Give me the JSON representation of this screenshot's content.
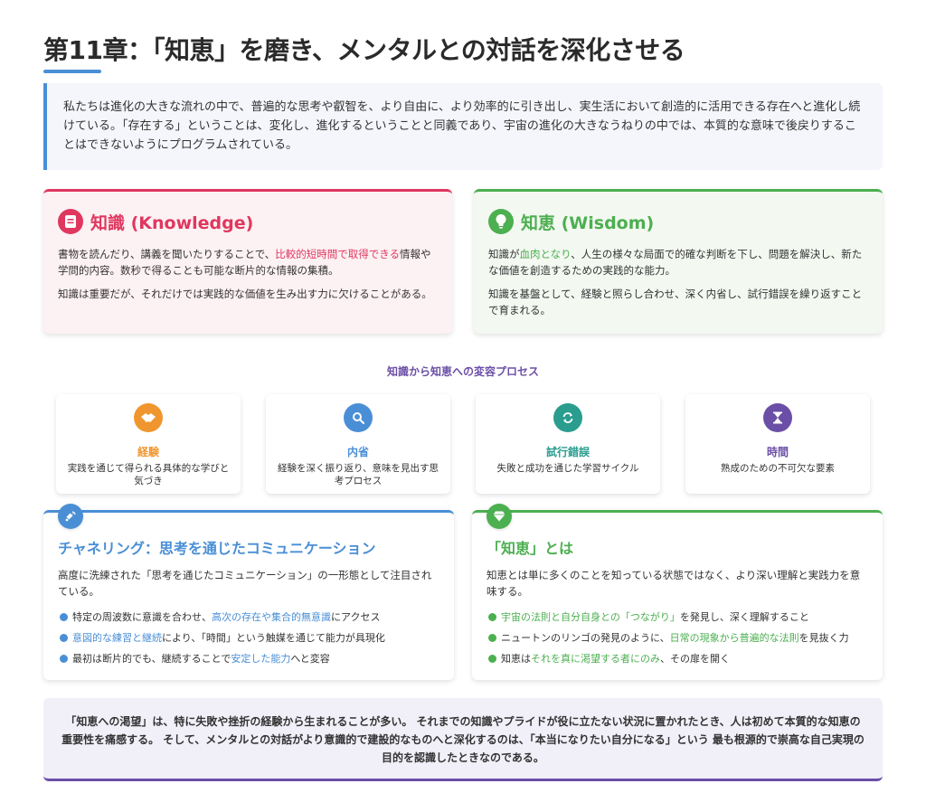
{
  "page": {
    "title": "第11章：「知恵」を磨き、メンタルとの対話を深化させる",
    "intro": "私たちは進化の大きな流れの中で、普遍的な思考や叡智を、より自由に、より効率的に引き出し、実生活において創造的に活用できる存在へと進化し続けている。「存在する」ということは、変化し、進化するということと同義であり、宇宙の進化の大きなうねりの中では、本質的な意味で後戻りすることはできないようにプログラムされている。"
  },
  "knowledge": {
    "icon": "book-icon",
    "color": "#e0375f",
    "title": "知識 (Knowledge)",
    "p1_a": "書物を読んだり、講義を聞いたりすることで、",
    "p1_hl": "比較的短時間で取得できる",
    "p1_b": "情報や学問的内容。数秒で得ることも可能な断片的な情報の集積。",
    "p2": "知識は重要だが、それだけでは実践的な価値を生み出す力に欠けることがある。"
  },
  "wisdom": {
    "icon": "lightbulb-icon",
    "color": "#4caf50",
    "title": "知恵 (Wisdom)",
    "p1_a": "知識が",
    "p1_hl": "血肉となり",
    "p1_b": "、人生の様々な局面で的確な判断を下し、問題を解決し、新たな価値を創造するための実践的な能力。",
    "p2": "知識を基盤として、経験と照らし合わせ、深く内省し、試行錯誤を繰り返すことで育まれる。"
  },
  "process": {
    "title": "知識から知恵への変容プロセス",
    "steps": [
      {
        "name": "経験",
        "desc": "実践を通じて得られる具体的な学びと気づき",
        "color": "#f0962e",
        "icon": "handshake-icon"
      },
      {
        "name": "内省",
        "desc": "経験を深く振り返り、意味を見出す思考プロセス",
        "color": "#4a8fd6",
        "icon": "search-icon"
      },
      {
        "name": "試行錯誤",
        "desc": "失敗と成功を通じた学習サイクル",
        "color": "#2a9d8f",
        "icon": "sync-icon"
      },
      {
        "name": "時間",
        "desc": "熟成のための不可欠な要素",
        "color": "#6b4fa6",
        "icon": "hourglass-icon"
      }
    ]
  },
  "channeling": {
    "icon": "satellite-icon",
    "title": "チャネリング：思考を通じたコミュニケーション",
    "intro": "高度に洗練された「思考を通じたコミュニケーション」の一形態として注目されている。",
    "b1_a": "特定の周波数に意識を合わせ、",
    "b1_hl": "高次の存在や集合的無意識",
    "b1_b": "にアクセス",
    "b2_hl": "意図的な練習と継続",
    "b2_b": "により、「時間」という触媒を通じて能力が具現化",
    "b3_a": "最初は断片的でも、継続することで",
    "b3_hl": "安定した能力",
    "b3_b": "へと変容"
  },
  "wisdom_panel": {
    "icon": "gem-icon",
    "title": "「知恵」とは",
    "intro": "知恵とは単に多くのことを知っている状態ではなく、より深い理解と実践力を意味する。",
    "b1_hl": "宇宙の法則と自分自身との「つながり」",
    "b1_b": "を発見し、深く理解すること",
    "b2_a": "ニュートンのリンゴの発見のように、",
    "b2_hl": "日常の現象から普遍的な法則",
    "b2_b": "を見抜く力",
    "b3_a": "知恵は",
    "b3_hl": "それを真に渇望する者にのみ",
    "b3_b": "、その扉を開く"
  },
  "closing": {
    "text": "「知恵への渇望」は、特に失敗や挫折の経験から生まれることが多い。 それまでの知識やプライドが役に立たない状況に置かれたとき、人は初めて本質的な知恵の重要性を痛感する。 そして、メンタルとの対話がより意識的で建設的なものへと深化するのは、「本当になりたい自分になる」という 最も根源的で崇高な自己実現の目的を認識したときなのである。"
  }
}
